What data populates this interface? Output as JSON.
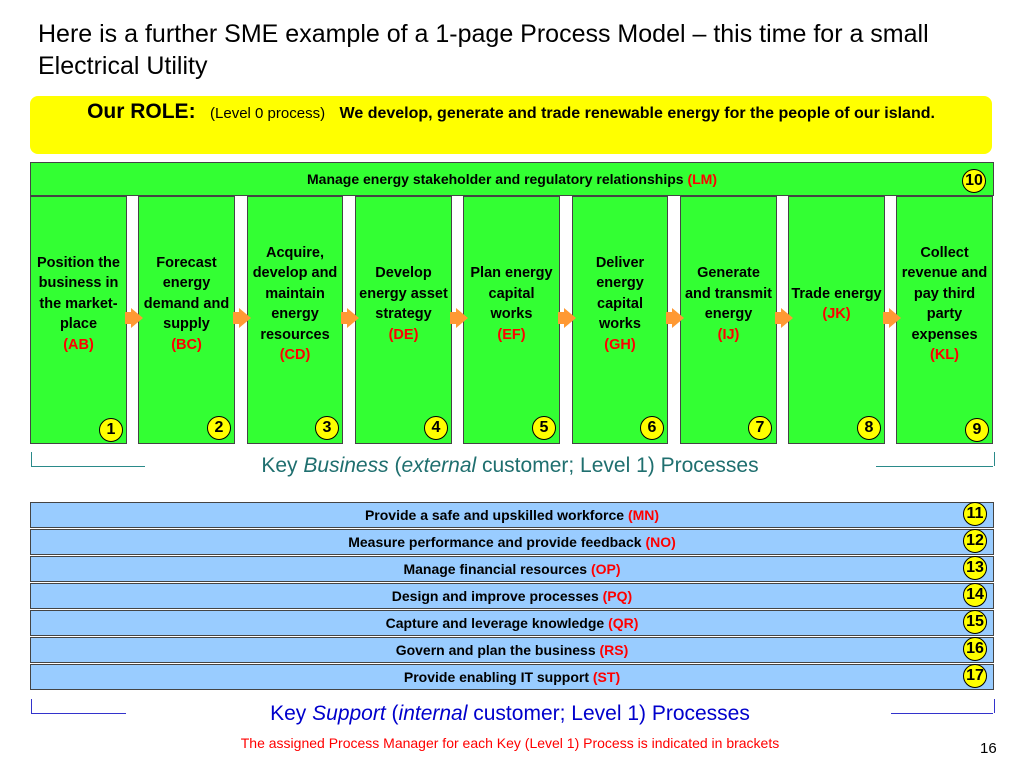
{
  "slide": {
    "title": "Here is a further SME example of a 1-page Process Model – this time for a small Electrical Utility",
    "page_number": "16"
  },
  "role": {
    "label": "Our ROLE:",
    "level": "(Level 0 process)",
    "text": "We develop, generate and trade renewable energy for the people of our island."
  },
  "management": {
    "text": "Manage energy stakeholder and regulatory relationships",
    "code": "(LM)",
    "number": "10"
  },
  "business_processes": [
    {
      "text": "Position the business in the market-place",
      "code": "(AB)",
      "number": "1"
    },
    {
      "text": "Forecast energy demand and supply",
      "code": "(BC)",
      "number": "2"
    },
    {
      "text": "Acquire, develop and maintain energy resources",
      "code": "(CD)",
      "number": "3"
    },
    {
      "text": "Develop energy asset strategy",
      "code": "(DE)",
      "number": "4"
    },
    {
      "text": "Plan energy capital works",
      "code": "(EF)",
      "number": "5"
    },
    {
      "text": "Deliver energy capital works",
      "code": "(GH)",
      "number": "6"
    },
    {
      "text": "Generate and transmit energy",
      "code": "(IJ)",
      "number": "7"
    },
    {
      "text": "Trade energy",
      "code": "(JK)",
      "number": "8"
    },
    {
      "text": "Collect revenue and pay third party expenses",
      "code": "(KL)",
      "number": "9"
    }
  ],
  "key_business": {
    "prefix": "Key ",
    "word": "Business",
    "open": " (",
    "qualifier": "external",
    "rest": " customer; Level 1) Processes"
  },
  "support_processes": [
    {
      "text": "Provide a safe and upskilled workforce",
      "code": "(MN)",
      "number": "11"
    },
    {
      "text": "Measure performance and provide feedback",
      "code": "(NO)",
      "number": "12"
    },
    {
      "text": "Manage financial resources",
      "code": "(OP)",
      "number": "13"
    },
    {
      "text": "Design and improve processes",
      "code": "(PQ)",
      "number": "14"
    },
    {
      "text": "Capture and leverage knowledge",
      "code": "(QR)",
      "number": "15"
    },
    {
      "text": "Govern and plan the business",
      "code": "(RS)",
      "number": "16"
    },
    {
      "text": "Provide enabling IT support",
      "code": "(ST)",
      "number": "17"
    }
  ],
  "key_support": {
    "prefix": "Key ",
    "word": "Support",
    "open": " (",
    "qualifier": "internal",
    "rest": " customer; Level 1) Processes"
  },
  "footnote": "The assigned Process Manager for each Key (Level 1) Process is indicated in brackets",
  "colors": {
    "role_background": "#ffff00",
    "business_green": "#33ff33",
    "support_blue": "#99ccff",
    "code_red": "#ff0000",
    "arrow_orange": "#ff9933",
    "badge_yellow": "#ffff00"
  }
}
